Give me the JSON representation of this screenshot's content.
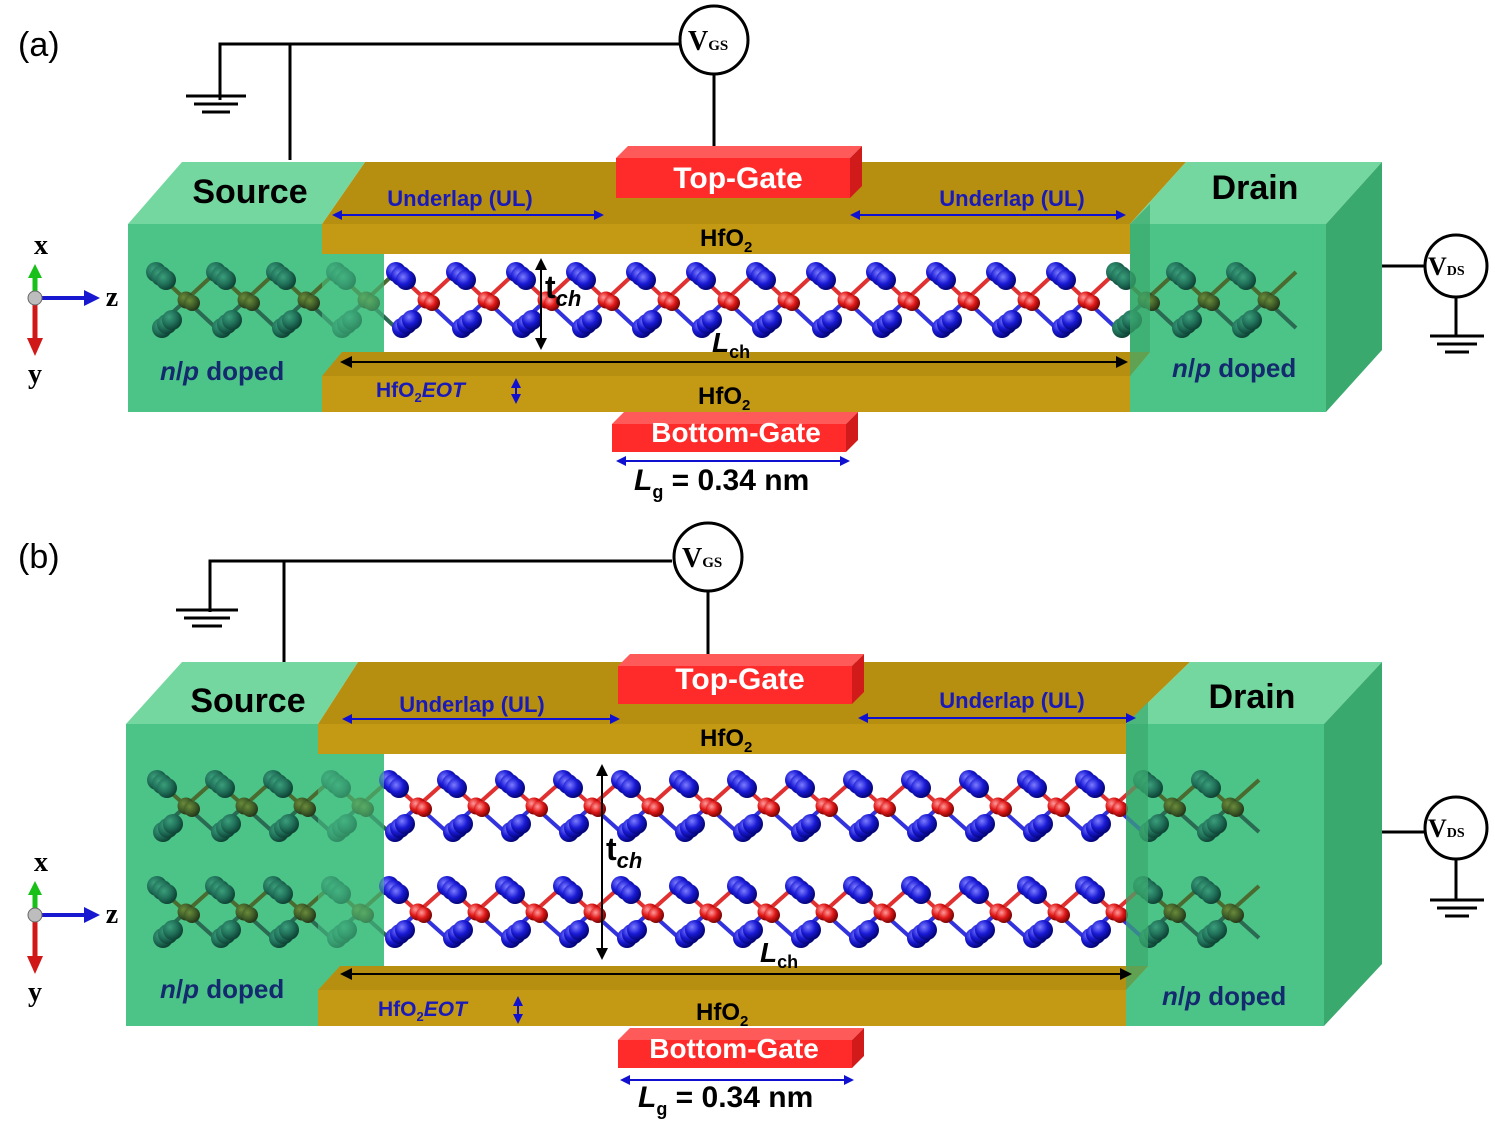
{
  "panels": [
    {
      "label": "(a)",
      "source": "Source",
      "drain": "Drain",
      "top_gate": "Top-Gate",
      "bottom_gate": "Bottom-Gate",
      "underlap_left": "Underlap (UL)",
      "underlap_right": "Underlap (UL)",
      "hfo2_top": "HfO",
      "hfo2_bottom": "HfO",
      "hfo2_sub": "2",
      "eot_hfo": "HfO",
      "eot_sub": "2",
      "eot_text": "EOT",
      "doped_left_n": "n",
      "doped_left_sep": "/",
      "doped_left_p": "p",
      "doped_left_rest": " doped",
      "doped_right_n": "n",
      "doped_right_sep": "/",
      "doped_right_p": "p",
      "doped_right_rest": " doped",
      "tch_main": "t",
      "tch_sub": "ch",
      "lch_main": "L",
      "lch_sub": "ch",
      "lg_main": "L",
      "lg_sub": "g",
      "lg_value": " = 0.34 nm",
      "vgs_main": "V",
      "vgs_sub": "GS",
      "vds_main": "V",
      "vds_sub": "DS",
      "axis_x": "x",
      "axis_y": "y",
      "axis_z": "z"
    },
    {
      "label": "(b)",
      "source": "Source",
      "drain": "Drain",
      "top_gate": "Top-Gate",
      "bottom_gate": "Bottom-Gate",
      "underlap_left": "Underlap (UL)",
      "underlap_right": "Underlap (UL)",
      "hfo2_top": "HfO",
      "hfo2_bottom": "HfO",
      "hfo2_sub": "2",
      "eot_hfo": "HfO",
      "eot_sub": "2",
      "eot_text": "EOT",
      "doped_left_n": "n",
      "doped_left_sep": "/",
      "doped_left_p": "p",
      "doped_left_rest": " doped",
      "doped_right_n": "n",
      "doped_right_sep": "/",
      "doped_right_p": "p",
      "doped_right_rest": " doped",
      "tch_main": "t",
      "tch_sub": "ch",
      "lch_main": "L",
      "lch_sub": "ch",
      "lg_main": "L",
      "lg_sub": "g",
      "lg_value": " = 0.34 nm",
      "vgs_main": "V",
      "vgs_sub": "GS",
      "vds_main": "V",
      "vds_sub": "DS",
      "axis_x": "x",
      "axis_y": "y",
      "axis_z": "z"
    }
  ],
  "colors": {
    "contact_front": "#4dc487",
    "contact_top": "#74d7a0",
    "contact_side": "#3aa96e",
    "oxide": "#c49a14",
    "oxide_top": "#b78f10",
    "oxide_edge": "#9c7a0c",
    "gate_front": "#ff2a2a",
    "gate_top": "#ff5a5a",
    "gate_side": "#d11a1a",
    "atom_s": "#1a1ad6",
    "atom_m": "#e01818",
    "arrow_blue": "#1010d0",
    "label_blue": "#1a1ab8",
    "doped_text": "#142a6e"
  }
}
